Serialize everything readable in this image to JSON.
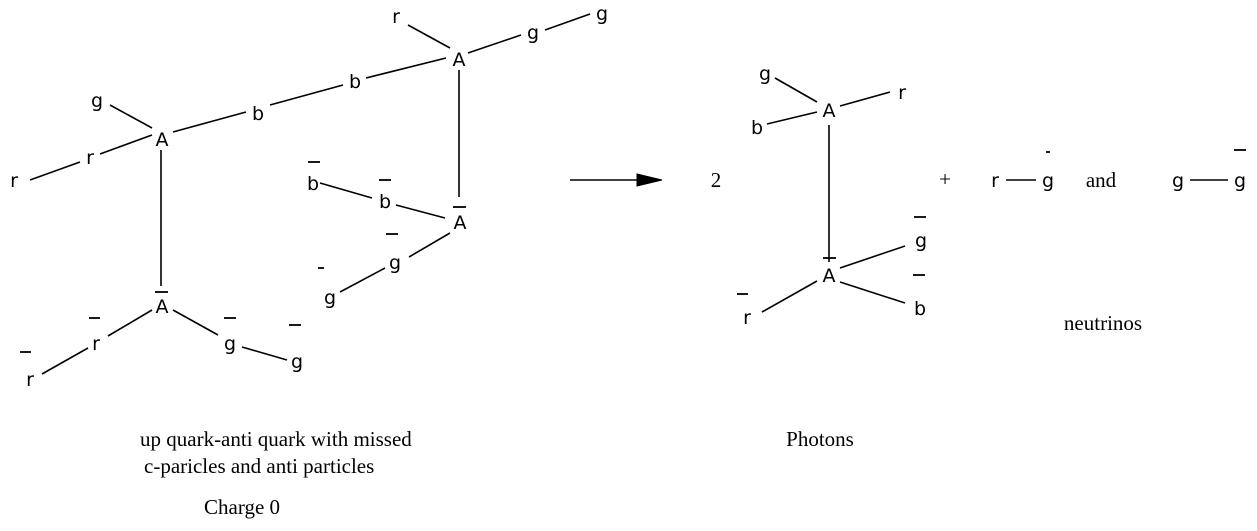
{
  "reactant": {
    "atoms": {
      "a1": "A",
      "a2": "A",
      "a3": "A",
      "a4": "A",
      "r1": "r",
      "r2": "r",
      "g1": "g",
      "b1": "b",
      "b2": "b",
      "r3": "r",
      "g2": "g",
      "g3": "g",
      "b3": "b",
      "b4": "b",
      "g4": "g",
      "g5": "g",
      "r4": "r",
      "r5": "r",
      "g6": "g",
      "g7": "g"
    },
    "caption_line1": "up quark-anti quark with missed",
    "caption_line2": "c-paricles and anti particles",
    "charge": "Charge 0"
  },
  "coefficient": "2",
  "photon": {
    "atoms": {
      "g1": "g",
      "b1": "b",
      "a1": "A",
      "r1": "r",
      "a2": "A",
      "g2": "g",
      "b2": "b",
      "r2": "r"
    },
    "caption": "Photons"
  },
  "plus": "+",
  "neutrinos": {
    "pair1": [
      "r",
      "g"
    ],
    "and": "and",
    "pair2": [
      "g",
      "g"
    ],
    "caption": "neutrinos"
  }
}
